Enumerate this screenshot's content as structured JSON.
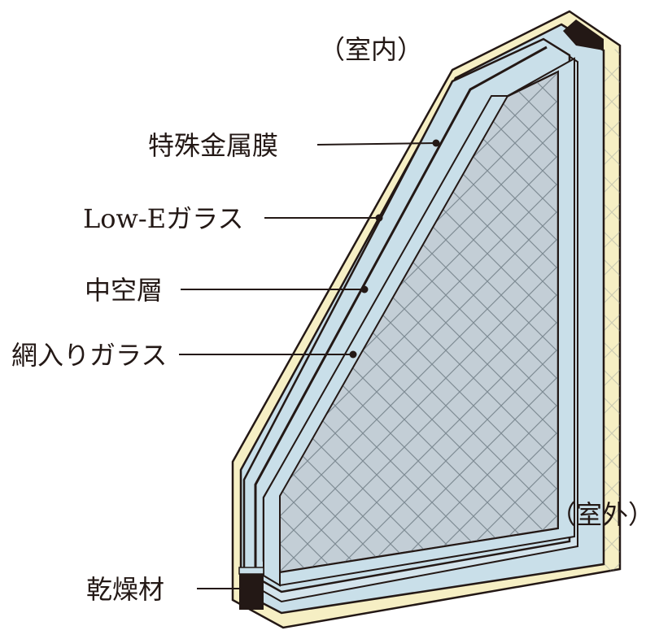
{
  "labels": {
    "indoor": "（室内）",
    "outdoor": "（室外）",
    "special_metal_film": "特殊金属膜",
    "low_e_glass": "Low-Eガラス",
    "hollow_layer": "中空層",
    "wired_glass": "網入りガラス",
    "desiccant": "乾燥材"
  },
  "colors": {
    "glass": "#c9dfe9",
    "glass_face": "#d4e4ec",
    "frame": "#f6efc4",
    "wire_glass": "#c3ced6",
    "desiccant": "#231815",
    "outline": "#231815"
  }
}
